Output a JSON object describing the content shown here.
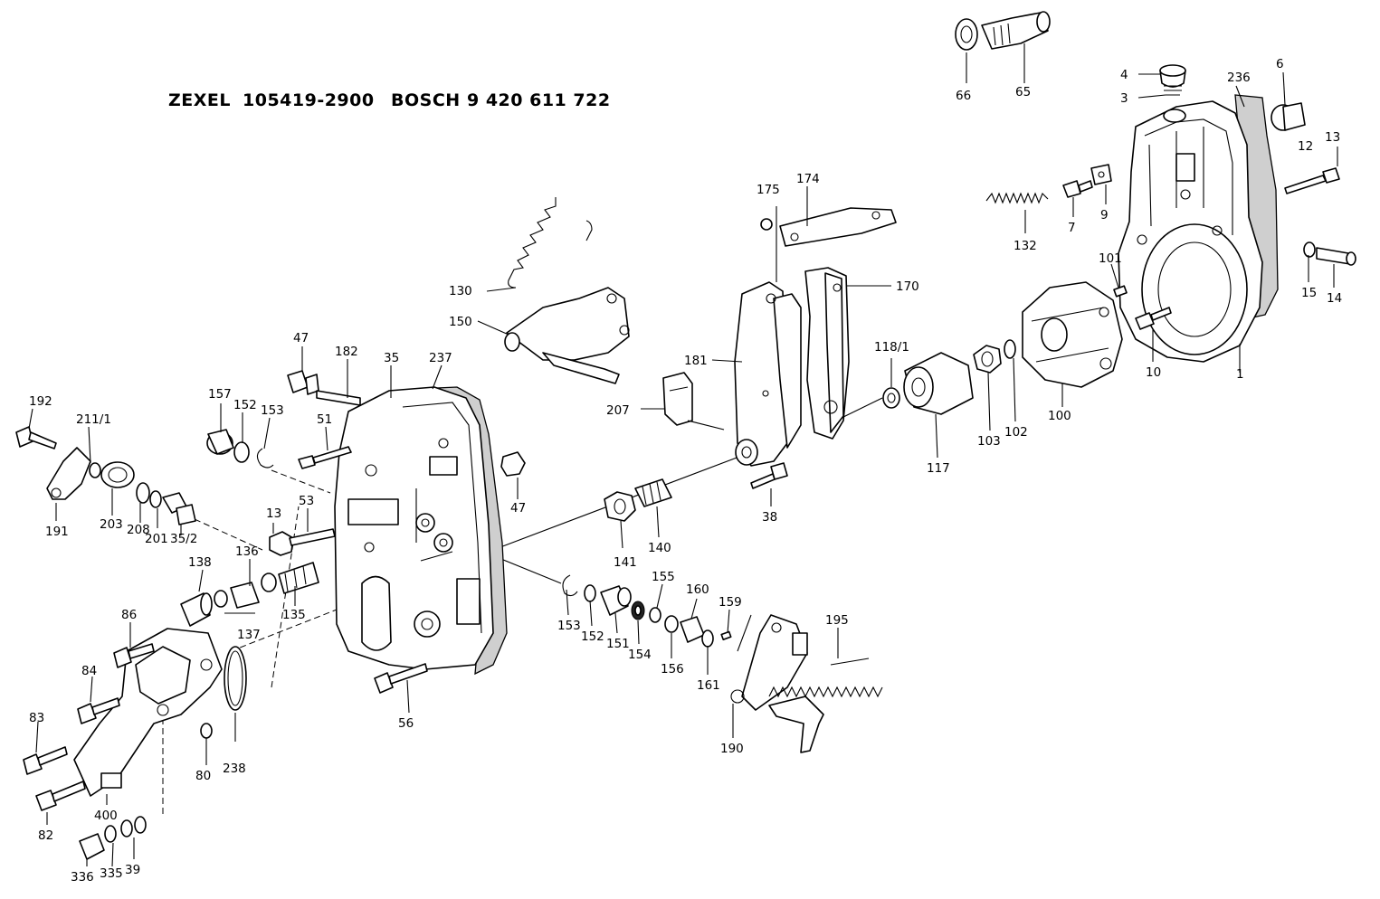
{
  "header": {
    "brand1": "ZEXEL",
    "number1": "105419-2900",
    "brand2": "BOSCH",
    "number2": "9 420 611 722"
  },
  "callouts": {
    "p66": "66",
    "p65": "65",
    "p4": "4",
    "p3": "3",
    "p236": "236",
    "p6": "6",
    "p13a": "13",
    "p12": "12",
    "p7": "7",
    "p9": "9",
    "p132": "132",
    "p101": "101",
    "p15": "15",
    "p14": "14",
    "p10": "10",
    "p1": "1",
    "p175": "175",
    "p174": "174",
    "p170": "170",
    "p130": "130",
    "p150": "150",
    "p181": "181",
    "p207": "207",
    "p118_1": "118/1",
    "p117": "117",
    "p103": "103",
    "p102": "102",
    "p100": "100",
    "p38": "38",
    "p47a": "47",
    "p182": "182",
    "p35": "35",
    "p237": "237",
    "p157": "157",
    "p152a": "152",
    "p153a": "153",
    "p51": "51",
    "p47b": "47",
    "p192": "192",
    "p211_1": "211/1",
    "p191": "191",
    "p203": "203",
    "p208": "208",
    "p201": "201",
    "p35_2": "35/2",
    "p13b": "13",
    "p53": "53",
    "p136": "136",
    "p138": "138",
    "p137": "137",
    "p135": "135",
    "p141": "141",
    "p140": "140",
    "p153b": "153",
    "p152b": "152",
    "p151": "151",
    "p154": "154",
    "p155": "155",
    "p156": "156",
    "p160": "160",
    "p161": "161",
    "p159": "159",
    "p195": "195",
    "p190": "190",
    "p56": "56",
    "p86": "86",
    "p84": "84",
    "p83": "83",
    "p82": "82",
    "p80": "80",
    "p238": "238",
    "p400": "400",
    "p336": "336",
    "p335": "335",
    "p39": "39"
  }
}
